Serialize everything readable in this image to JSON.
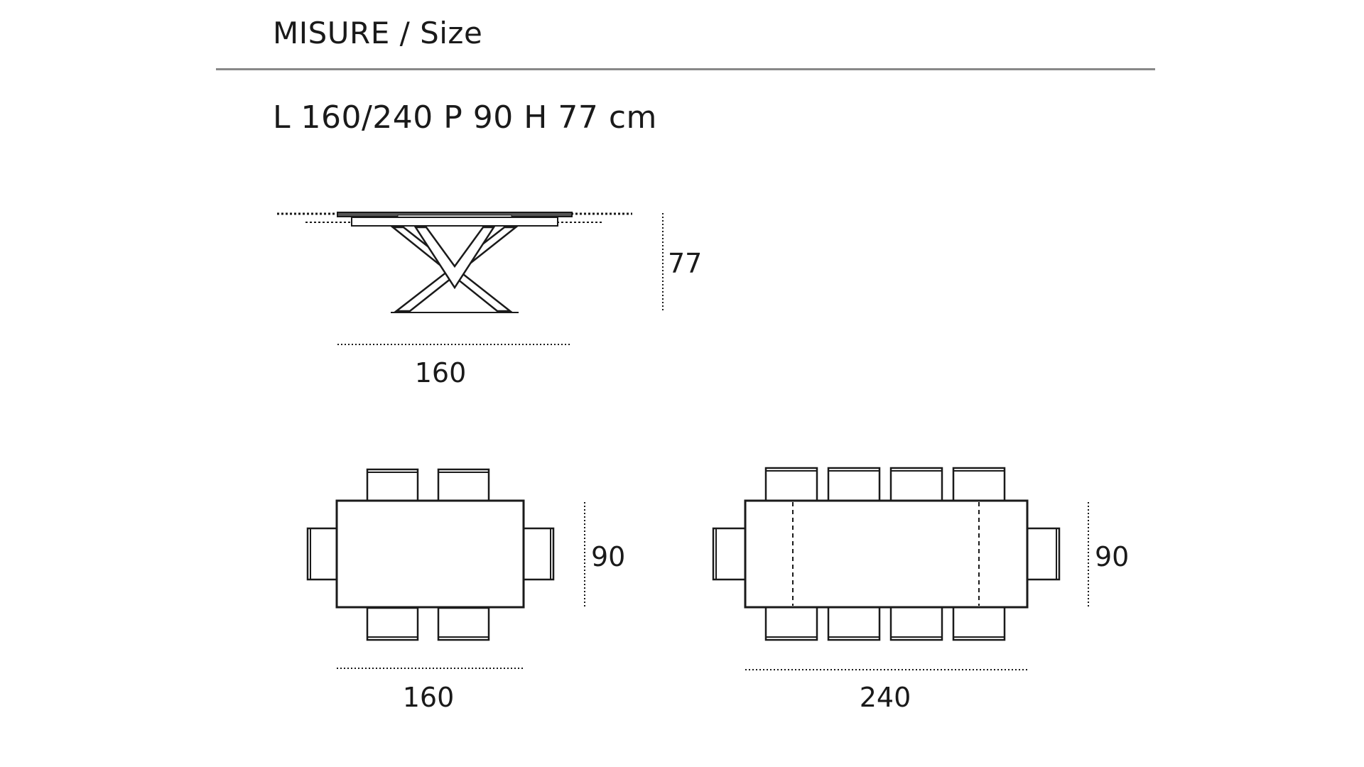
{
  "header": {
    "title": "MISURE / Size"
  },
  "dimensions_line": "L 160/240 P 90  H 77 cm",
  "elevation": {
    "width_label": "160",
    "height_label": "77"
  },
  "plan_small": {
    "width_label": "160",
    "depth_label": "90"
  },
  "plan_large": {
    "width_label": "240",
    "depth_label": "90"
  },
  "colors": {
    "line": "#1a1a1a",
    "rule": "#888888",
    "table_top": "#555555"
  }
}
